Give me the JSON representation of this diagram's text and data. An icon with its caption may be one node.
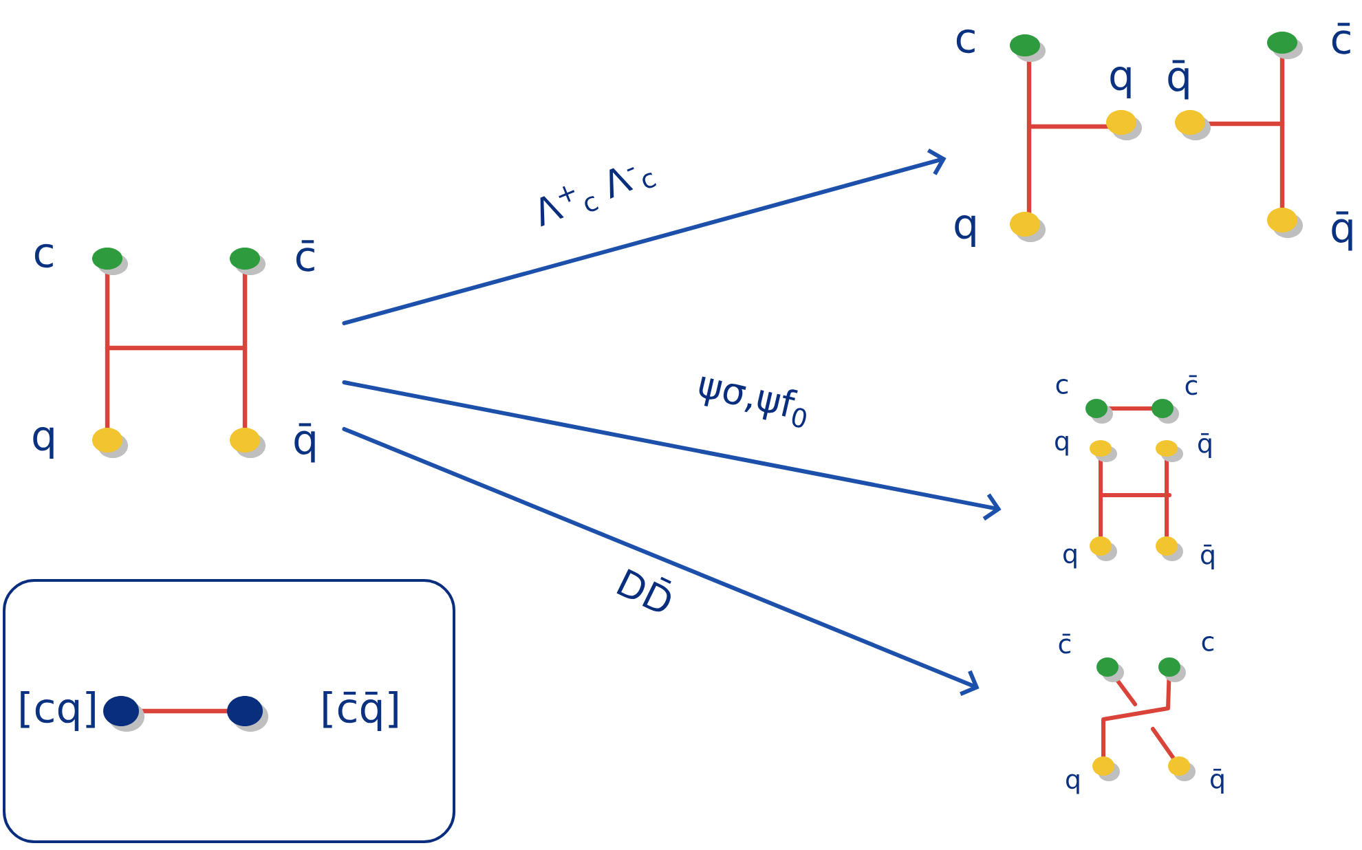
{
  "diagram": {
    "nodes": [
      {
        "text": [
          "c",
          "c̄",
          "q",
          "q̄"
        ]
      },
      {
        "text": [
          "c",
          "c̄",
          "q",
          "q̄",
          "q",
          "q̄"
        ]
      },
      {
        "text": [
          "c",
          "c̄",
          "q",
          "q̄",
          "q",
          "q̄"
        ]
      },
      {
        "text": [
          "c̄",
          "c",
          "q",
          "q̄"
        ]
      },
      {
        "text": [
          "[cq]",
          "[c̄q̄]"
        ]
      }
    ],
    "edges": [
      {
        "from": 0,
        "to": 1,
        "arrow": "to",
        "label": "Λ$^{+}$$_{c}$ Λ$^{-}$$_{c}$"
      },
      {
        "from": 0,
        "to": 2,
        "arrow": "to",
        "label": "ψσ,ψf$_{0}$"
      },
      {
        "from": 0,
        "to": 3,
        "arrow": "to",
        "label": "DD̄"
      }
    ]
  }
}
